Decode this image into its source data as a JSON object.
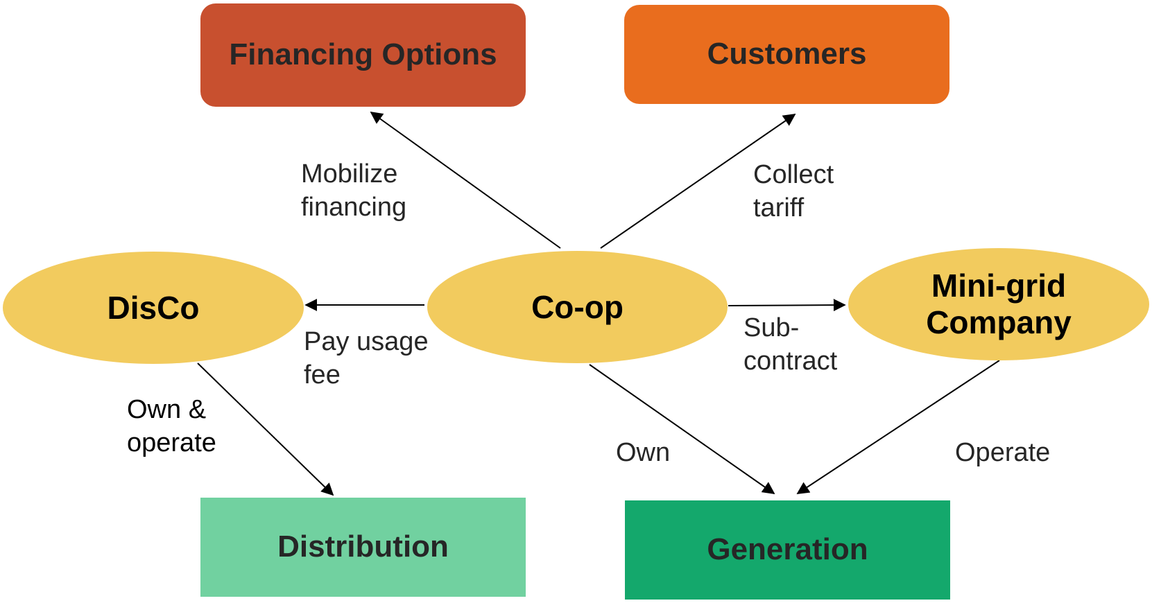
{
  "colors": {
    "financing": "#c8502f",
    "customers": "#e96d1e",
    "ellipse": "#f2cb5e",
    "distribution": "#71d1a0",
    "generation": "#14a86c",
    "arrow": "#000000"
  },
  "nodes": {
    "financing": "Financing Options",
    "customers": "Customers",
    "disco": "DisCo",
    "coop": "Co-op",
    "minigrid": "Mini-grid\nCompany",
    "distribution": "Distribution",
    "generation": "Generation"
  },
  "edges": {
    "mobilize": "Mobilize\nfinancing",
    "collect": "Collect\ntariff",
    "pay": "Pay usage\nfee",
    "subcontract": "Sub-\ncontract",
    "own_operate": "Own &\noperate",
    "own": "Own",
    "operate": "Operate"
  }
}
